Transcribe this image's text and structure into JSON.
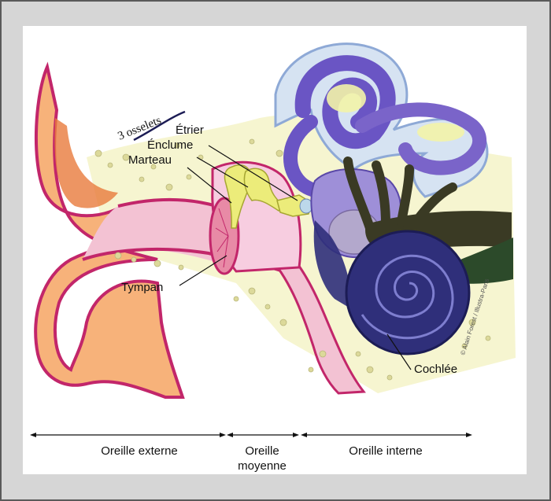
{
  "labels": {
    "osselets": "3 osselets",
    "etrier": "Étrier",
    "enclume": "Énclume",
    "marteau": "Marteau",
    "tympan": "Tympan",
    "cochlee": "Cochlée"
  },
  "regions": {
    "externe": "Oreille externe",
    "moyenne_line1": "Oreille",
    "moyenne_line2": "moyenne",
    "interne": "Oreille interne"
  },
  "credit": "© Alain Forest / Illustra-Paris",
  "colors": {
    "skin": "#f4a66a",
    "canal_pink": "#f3c2d3",
    "outline_magenta": "#c2266a",
    "bone_yellow": "#f2f1b0",
    "ossicle_yellow": "#ecec7a",
    "cochlea_navy": "#2f2f7a",
    "canal_purple": "#7a64c9",
    "nerve_dark": "#3a3a24",
    "nerve_green": "#2c4a2a"
  }
}
